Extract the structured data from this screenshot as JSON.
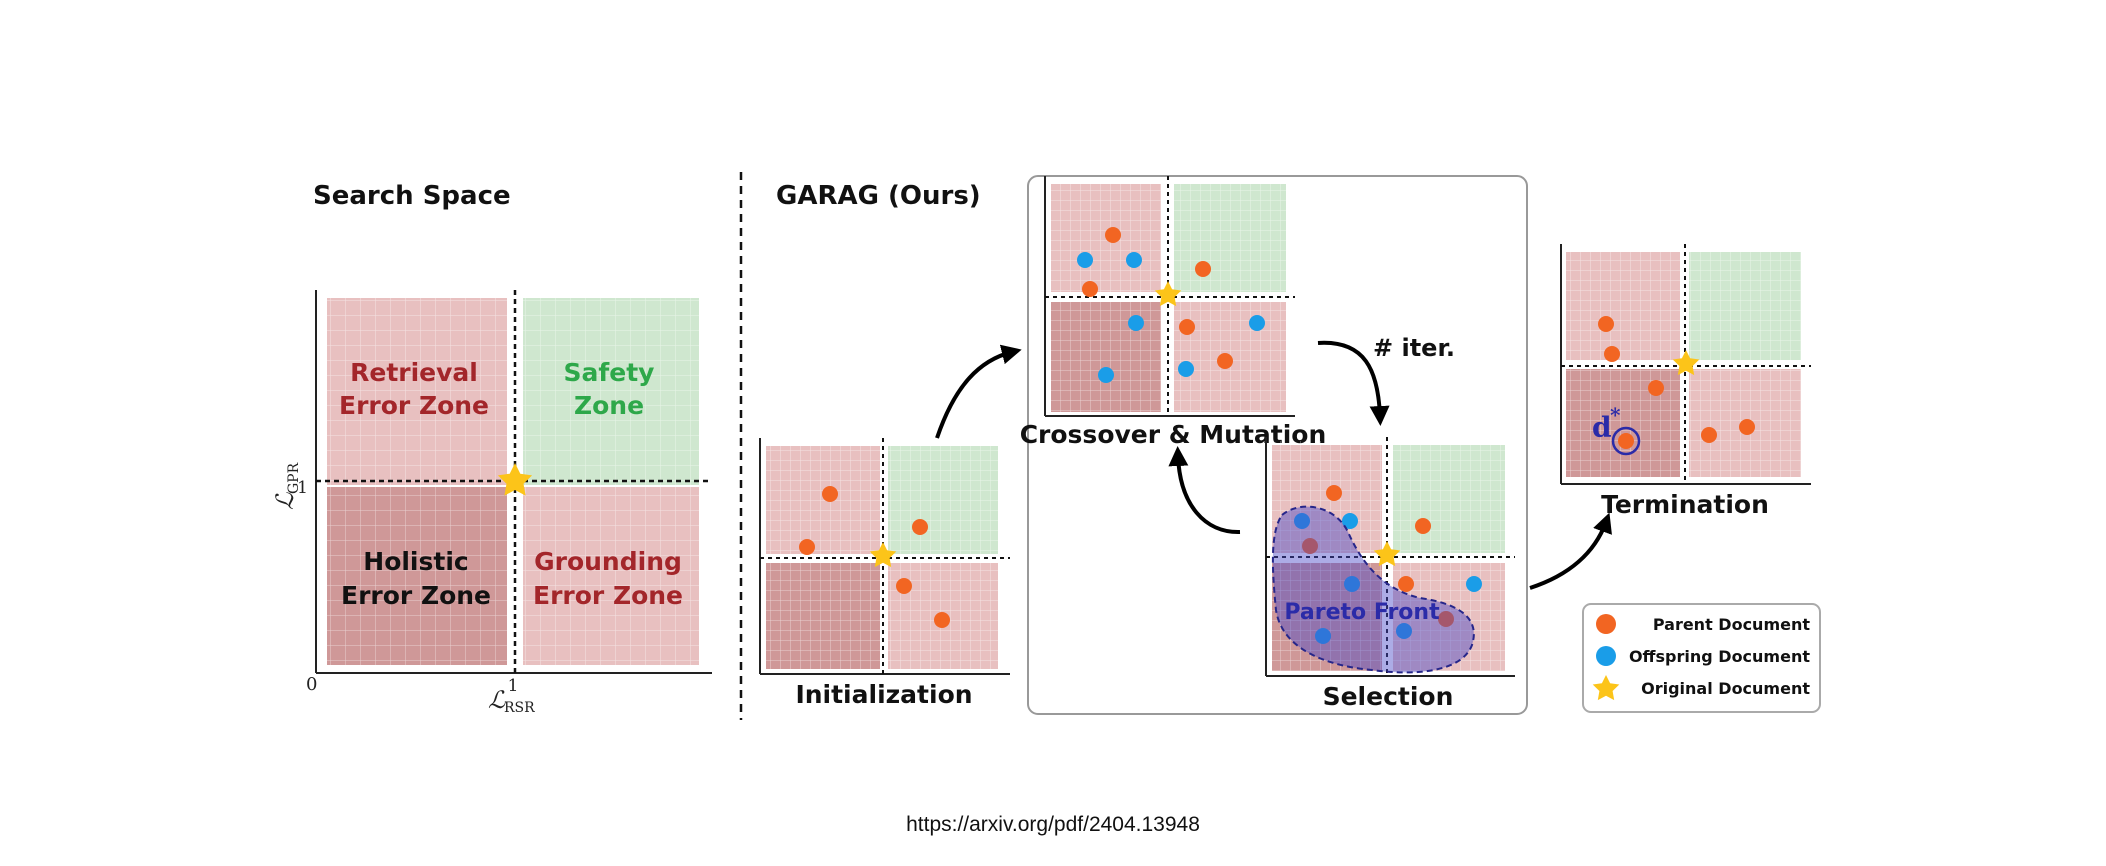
{
  "search_space": {
    "title": "Search Space",
    "zones": {
      "retrieval": [
        "Retrieval",
        "Error Zone"
      ],
      "safety": [
        "Safety",
        "Zone"
      ],
      "holistic": [
        "Holistic",
        "Error Zone"
      ],
      "grounding": [
        "Grounding",
        "Error Zone"
      ]
    },
    "y_axis_label": "ℒ",
    "y_axis_sub": "GPR",
    "x_axis_label": "ℒ",
    "x_axis_sub": "RSR",
    "tick_x": "1",
    "tick_y": "1",
    "origin": "0"
  },
  "garag": {
    "title": "GARAG (Ours)",
    "initialization": "Initialization",
    "crossover": "Crossover & Mutation",
    "iter": "# iter.",
    "selection": "Selection",
    "termination": "Termination",
    "pareto": "Pareto Front",
    "dstar_main": "d",
    "dstar_sup": "*"
  },
  "legend": {
    "parent": "Parent Document",
    "offspring": "Offspring Document",
    "original": "Original Document"
  },
  "colors": {
    "parent": "#f26522",
    "offspring": "#1a9de8",
    "original": "#fcc419",
    "zone_red": "#e8b4b4",
    "zone_dark": "#cc8a8a",
    "zone_green": "#cfe7cf",
    "retrieval_text": "#a3262a",
    "safety_text": "#2ea84a",
    "pareto": "#3b3bb0"
  },
  "source": "https://arxiv.org/pdf/2404.13948"
}
